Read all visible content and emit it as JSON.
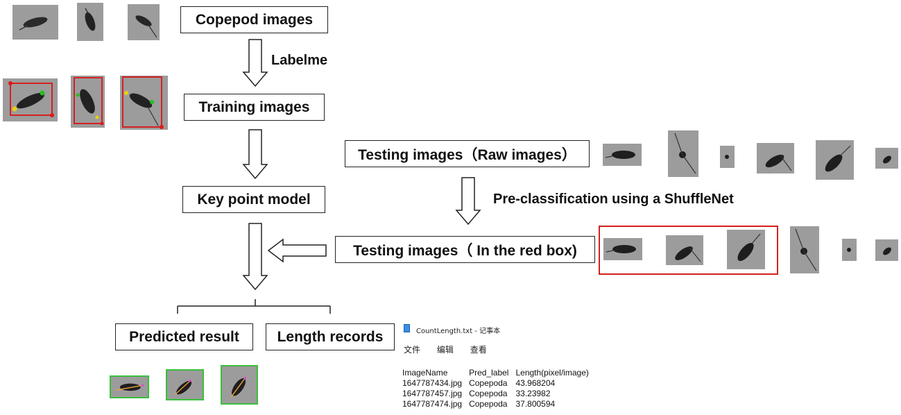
{
  "nodes": {
    "copepod_images": "Copepod images",
    "training_images": "Training images",
    "key_point_model": "Key point model",
    "testing_raw": "Testing images（Raw images）",
    "testing_red_box": "Testing images（ In the red box)",
    "predicted_result": "Predicted result",
    "length_records": "Length records"
  },
  "edge_labels": {
    "labelme": "Labelme",
    "preclassification": "Pre-classification using a ShuffleNet"
  },
  "notepad": {
    "title": "CountLength.txt - 记事本",
    "menu": [
      "文件",
      "编辑",
      "查看"
    ],
    "columns": [
      "ImageName",
      "Pred_label",
      "Length(pixel/image)"
    ],
    "rows": [
      [
        "1647787434.jpg",
        "Copepoda",
        "43.968204"
      ],
      [
        "1647787457.jpg",
        "Copepoda",
        "33.23982"
      ],
      [
        "1647787474.jpg",
        "Copepoda",
        "37.800594"
      ]
    ]
  },
  "colors": {
    "highlight_box": "#d42020",
    "keypoint_red": "#e01818",
    "keypoint_green": "#22c022",
    "keypoint_yellow": "#e8d010",
    "result_border": "#3bbf3b",
    "length_line": "#f0a040"
  }
}
